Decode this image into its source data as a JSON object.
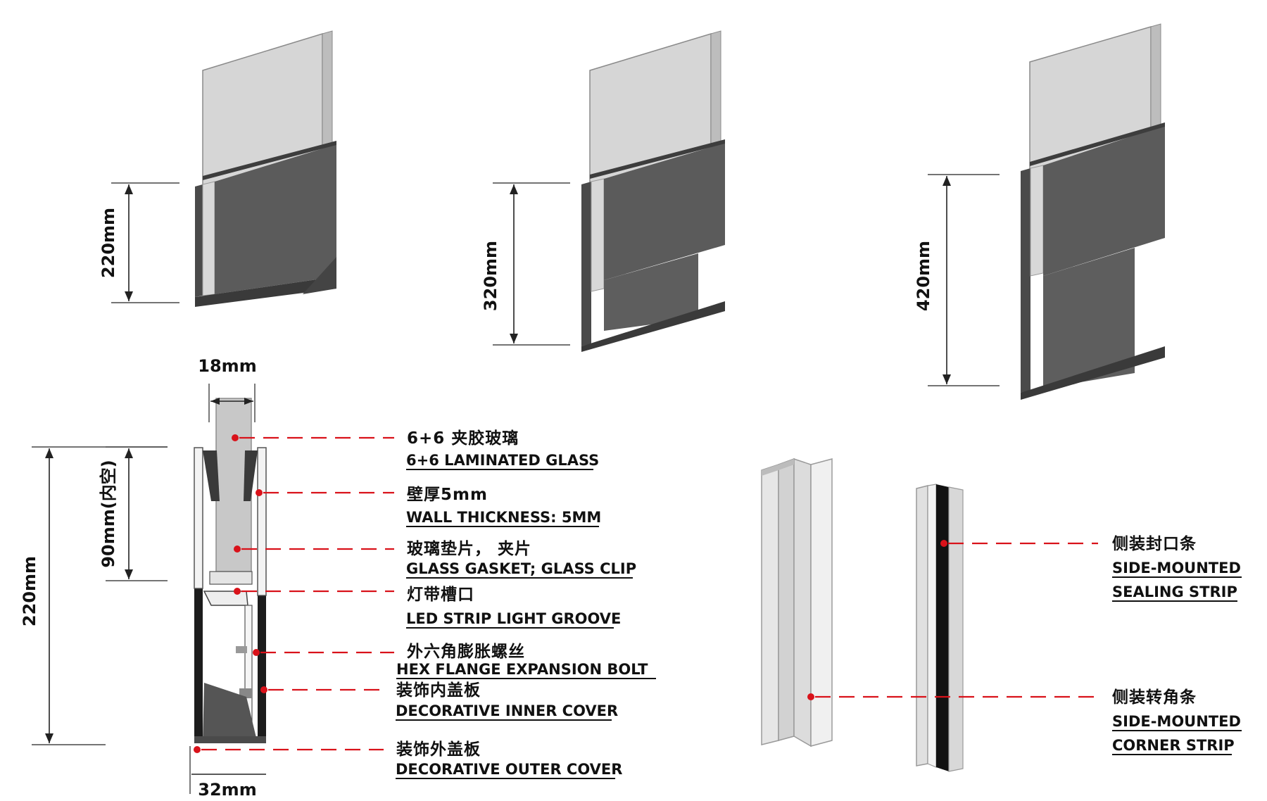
{
  "colors": {
    "metal_dark": "#5b5b5b",
    "glass": "#d4d4d4",
    "leader_red": "#d9121a",
    "strip_light": "#e2e2e2",
    "strip_black": "#111111"
  },
  "heights": [
    {
      "label": "220mm"
    },
    {
      "label": "320mm"
    },
    {
      "label": "420mm"
    }
  ],
  "section": {
    "width_top": "18mm",
    "width_bottom": "32mm",
    "total_height": "220mm",
    "inner_height": "90mm(内空)"
  },
  "callouts": [
    {
      "cn": "6+6 夹胶玻璃",
      "en": "6+6 LAMINATED GLASS"
    },
    {
      "cn": "壁厚5mm",
      "en": "WALL THICKNESS: 5MM"
    },
    {
      "cn": "玻璃垫片， 夹片",
      "en": "GLASS GASKET; GLASS CLIP"
    },
    {
      "cn": "灯带槽口",
      "en": "LED STRIP LIGHT GROOVE"
    },
    {
      "cn": "外六角膨胀螺丝",
      "en": "HEX FLANGE EXPANSION BOLT"
    },
    {
      "cn": "装饰内盖板",
      "en": "DECORATIVE INNER COVER"
    },
    {
      "cn": "装饰外盖板",
      "en": "DECORATIVE OUTER COVER"
    }
  ],
  "strips": [
    {
      "cn": "侧装封口条",
      "en1": "SIDE-MOUNTED",
      "en2": "SEALING STRIP"
    },
    {
      "cn": "侧装转角条",
      "en1": "SIDE-MOUNTED",
      "en2": "CORNER STRIP"
    }
  ]
}
